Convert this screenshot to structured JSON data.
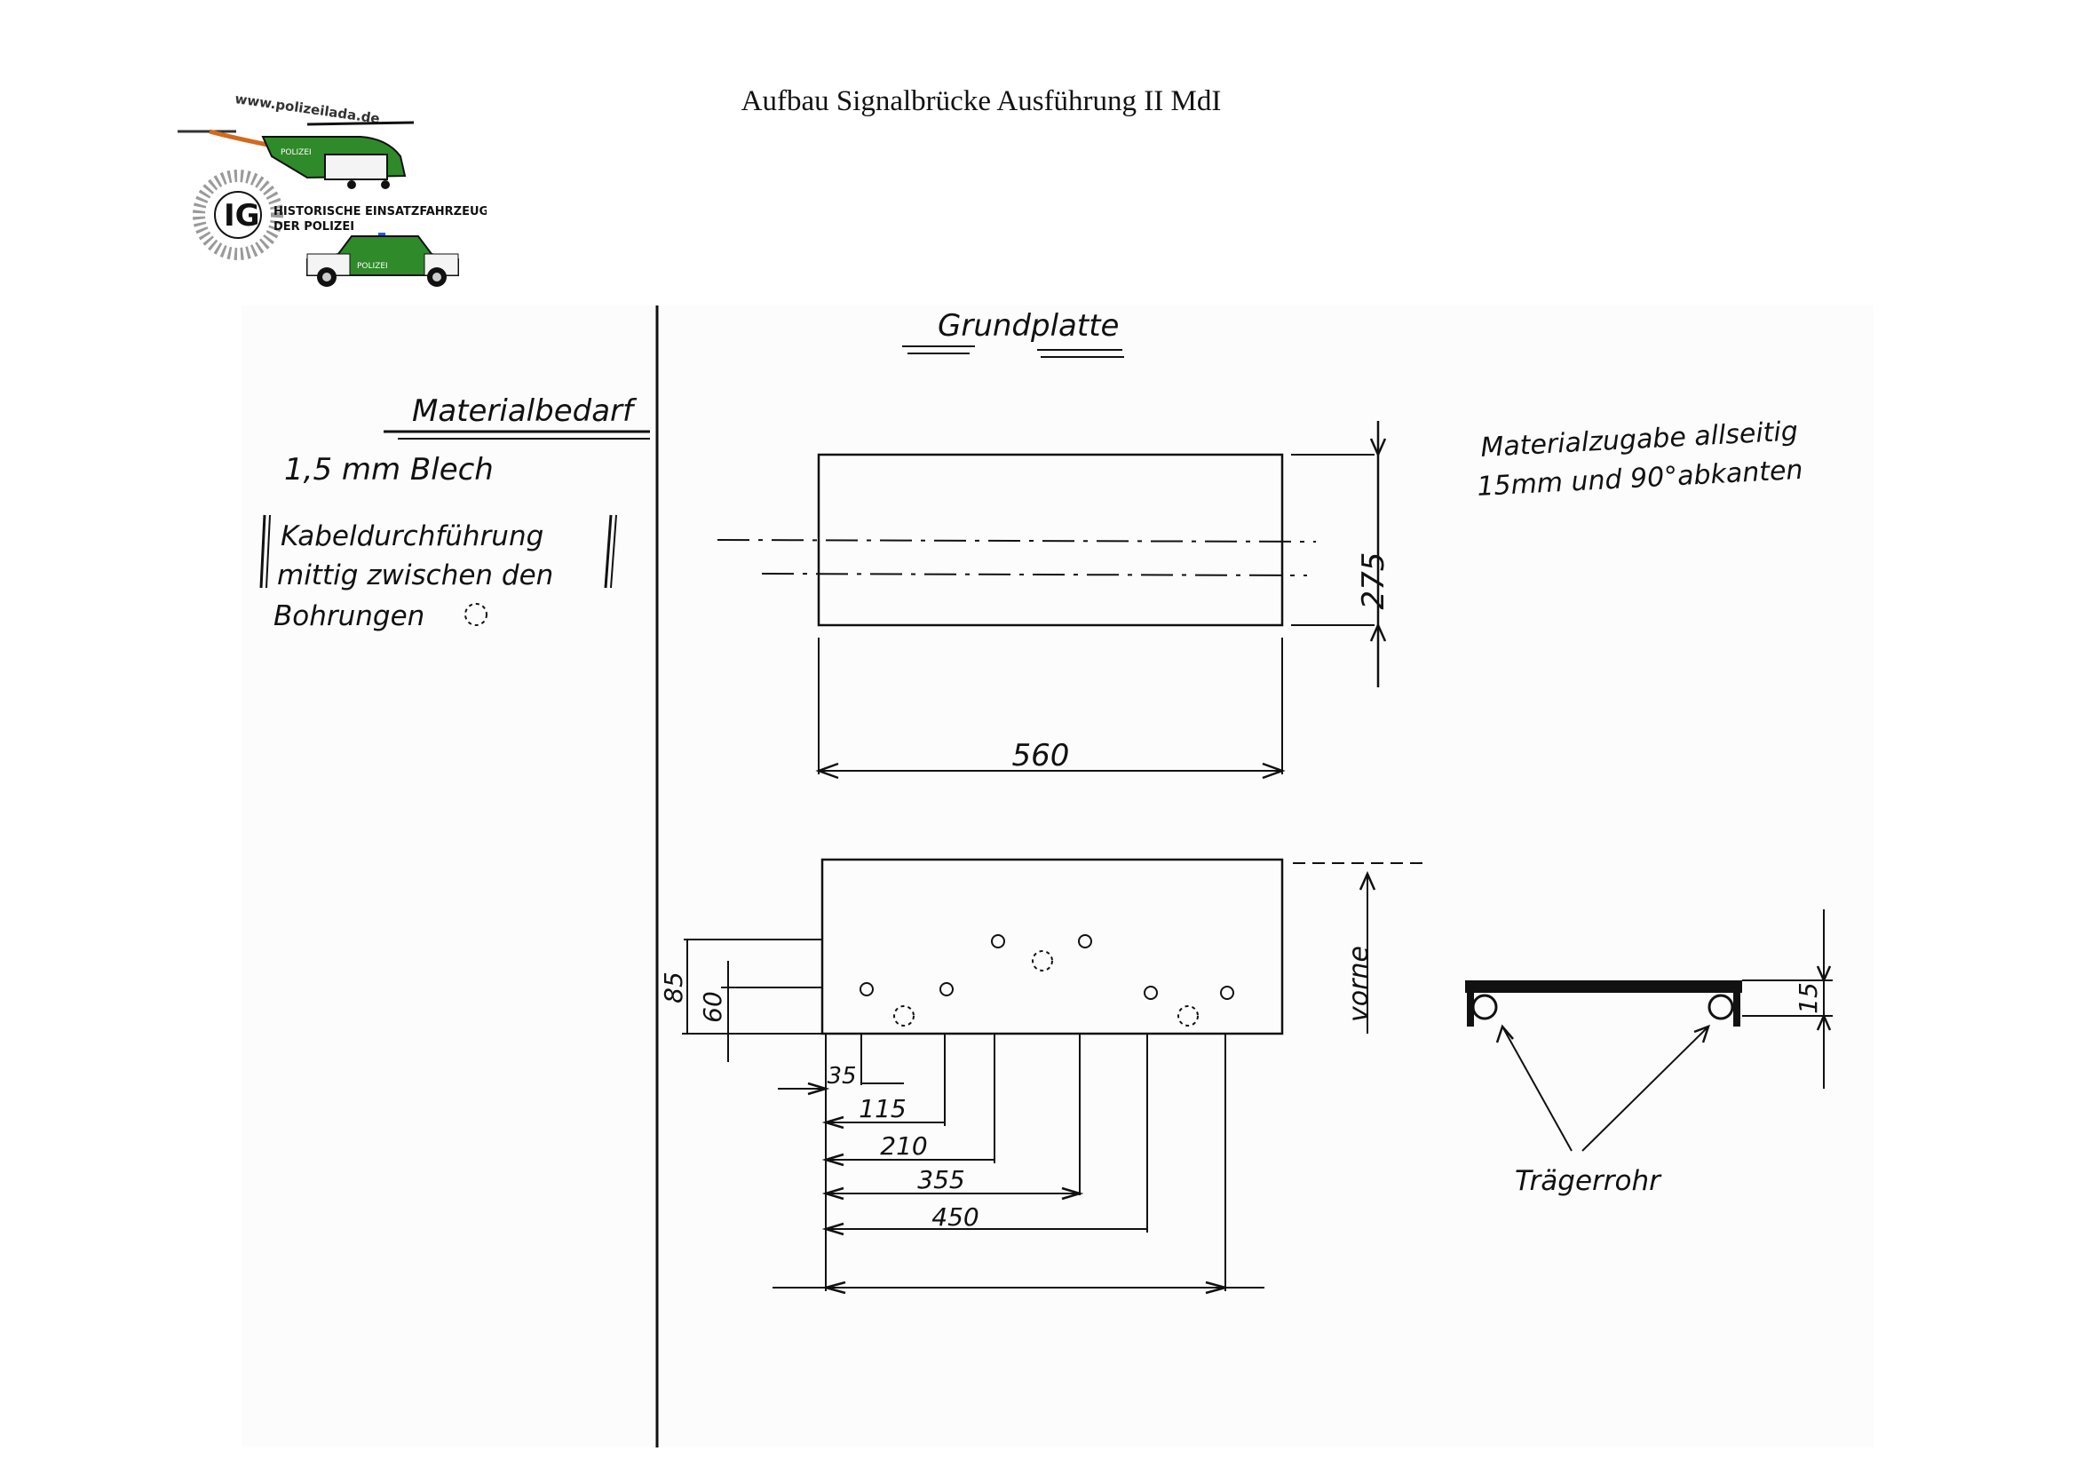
{
  "header": {
    "title": "Aufbau Signalbrücke Ausführung II MdI"
  },
  "logo": {
    "url_text": "www.polizeilada.de",
    "org_initials": "IG",
    "org_line1": "HISTORISCHE EINSATZFAHRZEUGE",
    "org_line2": "DER POLIZEI",
    "vehicle_label_heli": "POLIZEI",
    "vehicle_label_car": "POLIZEI",
    "colors": {
      "green": "#2f8a2a",
      "black": "#111111",
      "orange": "#d2691e",
      "grey": "#9a9a9a"
    },
    "icons": [
      "helicopter-icon",
      "police-star-icon",
      "police-car-icon"
    ]
  },
  "drawing": {
    "heading": "Grundplatte",
    "left_panel": {
      "heading": "Materialbedarf",
      "material": "1,5 mm Blech",
      "note_line1": "Kabeldurchführung",
      "note_line2": "mittig zwischen den",
      "note_line3": "Bohrungen"
    },
    "note_allowance_line1": "Materialzugabe allseitig",
    "note_allowance_line2": "15mm und 90°abkanten",
    "top_view": {
      "width_label": "560",
      "depth_label": "275"
    },
    "bottom_view": {
      "front_label": "vorne",
      "height_labels": [
        "85",
        "60"
      ],
      "hole_offsets": [
        "35",
        "115",
        "210",
        "355",
        "450"
      ]
    },
    "profile": {
      "height_label": "15",
      "tube_label": "Trägerrohr"
    }
  }
}
